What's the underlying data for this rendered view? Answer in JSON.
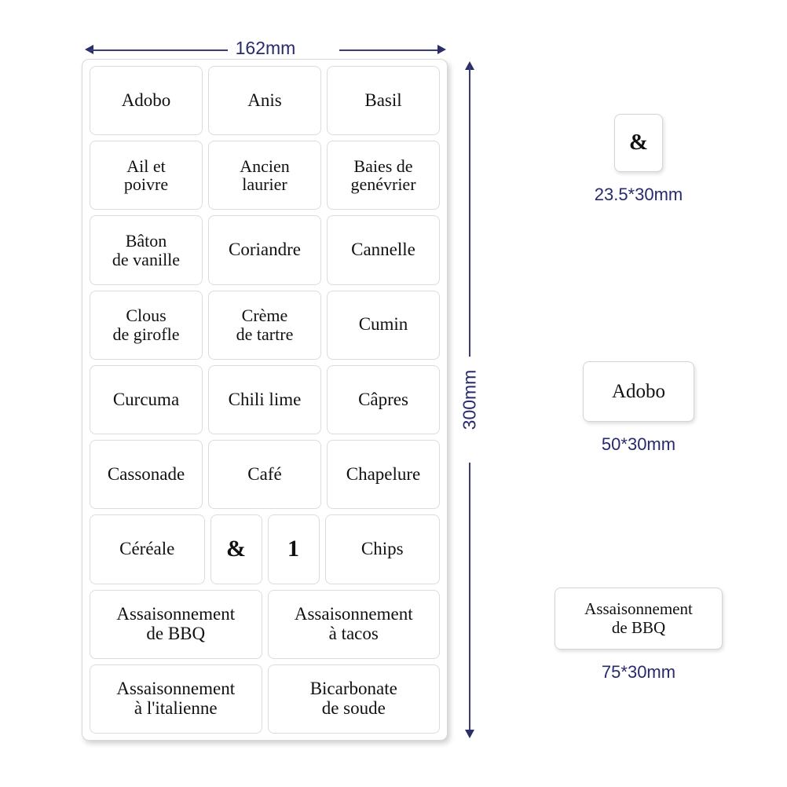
{
  "colors": {
    "dimension_text": "#282a6e",
    "label_text": "#111111",
    "cell_border": "#dcdcdc",
    "sheet_background": "#ffffff",
    "page_background": "#ffffff"
  },
  "dimensions": {
    "sheet_width": "162mm",
    "sheet_height": "300mm"
  },
  "sheet": {
    "rows": [
      {
        "cells": [
          {
            "text": "Adobo"
          },
          {
            "text": "Anis"
          },
          {
            "text": "Basil"
          }
        ]
      },
      {
        "cells": [
          {
            "text": "Ail  et\npoivre"
          },
          {
            "text": "Ancien\nlaurier"
          },
          {
            "text": "Baies de\ngenévrier"
          }
        ]
      },
      {
        "cells": [
          {
            "text": "Bâton\nde vanille"
          },
          {
            "text": "Coriandre"
          },
          {
            "text": "Cannelle"
          }
        ]
      },
      {
        "cells": [
          {
            "text": "Clous\nde girofle"
          },
          {
            "text": "Crème\nde tartre"
          },
          {
            "text": "Cumin"
          }
        ]
      },
      {
        "cells": [
          {
            "text": "Curcuma"
          },
          {
            "text": "Chili lime"
          },
          {
            "text": "Câpres"
          }
        ]
      },
      {
        "cells": [
          {
            "text": "Cassonade"
          },
          {
            "text": "Café"
          },
          {
            "text": "Chapelure"
          }
        ]
      },
      {
        "cells": [
          {
            "text": "Céréale"
          },
          {
            "text": "&"
          },
          {
            "text": "1"
          },
          {
            "text": "Chips"
          }
        ]
      },
      {
        "cells": [
          {
            "text": "Assaisonnement\nde BBQ"
          },
          {
            "text": "Assaisonnement\nà tacos"
          }
        ]
      },
      {
        "cells": [
          {
            "text": "Assaisonnement\nà l'italienne"
          },
          {
            "text": "Bicarbonate\nde soude"
          }
        ]
      }
    ]
  },
  "samples": [
    {
      "label": "&",
      "size": "23.5*30mm"
    },
    {
      "label": "Adobo",
      "size": "50*30mm"
    },
    {
      "label": "Assaisonnement\nde BBQ",
      "size": "75*30mm"
    }
  ]
}
